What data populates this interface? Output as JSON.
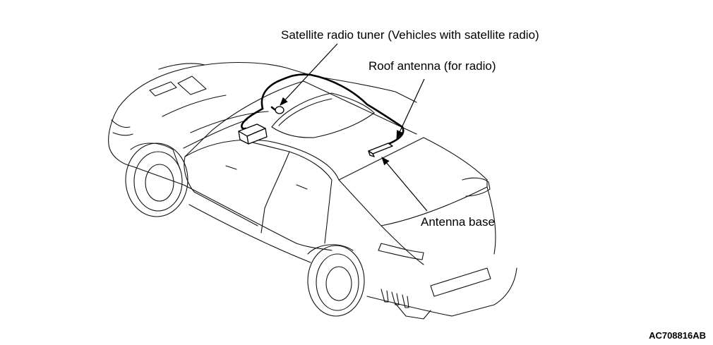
{
  "callouts": {
    "tuner": "Satellite radio tuner (Vehicles with satellite radio)",
    "roof_antenna": "Roof antenna (for radio)",
    "antenna_base": "Antenna base"
  },
  "figure_id": "AC708816AB",
  "colors": {
    "outline": "#111111",
    "cable": "#000000",
    "background": "#ffffff"
  }
}
